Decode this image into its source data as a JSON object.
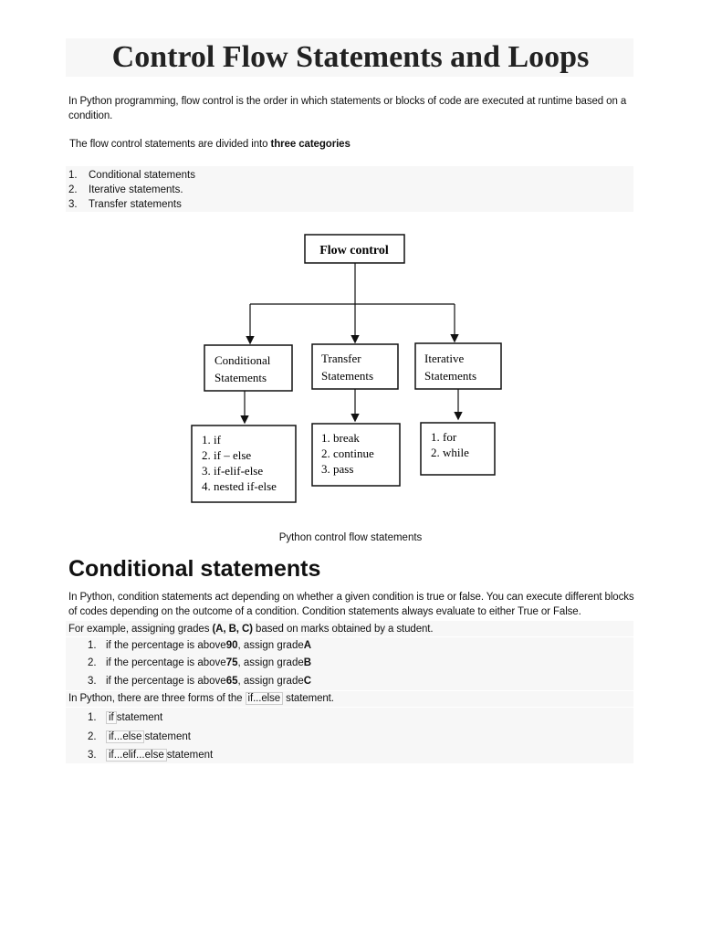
{
  "title": "Control Flow Statements and Loops",
  "intro": "In Python programming, flow control is the order in which statements or blocks of code are executed at runtime based on a condition.",
  "categories_sentence": {
    "before": "The flow control statements are divided into ",
    "bold": "three categories"
  },
  "categories": [
    {
      "num": "1.",
      "label": "Conditional statements"
    },
    {
      "num": "2.",
      "label": "Iterative statements."
    },
    {
      "num": "3.",
      "label": "Transfer statements"
    }
  ],
  "diagram": {
    "root": "Flow control",
    "branches": [
      {
        "title_lines": [
          "Conditional",
          "Statements"
        ],
        "items": [
          "1. if",
          "2. if – else",
          "3. if-elif-else",
          "4. nested if-else"
        ]
      },
      {
        "title_lines": [
          "Transfer",
          "Statements"
        ],
        "items": [
          "1. break",
          "2. continue",
          "3. pass"
        ]
      },
      {
        "title_lines": [
          "Iterative",
          "Statements"
        ],
        "items": [
          "1. for",
          "2. while"
        ]
      }
    ]
  },
  "caption": "Python control flow statements",
  "section_heading": "Conditional statements",
  "section_intro": "In Python, condition statements act depending on whether a given condition is true or false. You can execute different blocks of codes depending on the outcome of a condition. Condition statements always evaluate to either True or False.",
  "grades_sentence": {
    "before": "For example, assigning grades ",
    "bold": "(A, B, C)",
    "after": " based on marks obtained by a student."
  },
  "grades": [
    {
      "num": "1.",
      "before": "if the percentage is above ",
      "value": "90",
      "middle": ", assign grade ",
      "grade": "A"
    },
    {
      "num": "2.",
      "before": "if the percentage is above ",
      "value": "75",
      "middle": ", assign grade ",
      "grade": "B"
    },
    {
      "num": "3.",
      "before": "if the percentage is above ",
      "value": "65",
      "middle": ", assign grade ",
      "grade": "C"
    }
  ],
  "forms_sentence": {
    "before": "In Python, there are three forms of the ",
    "code": "if...else",
    "after": " statement."
  },
  "forms": [
    {
      "num": "1.",
      "code": "if",
      "after": " statement"
    },
    {
      "num": "2.",
      "code": "if...else",
      "after": " statement"
    },
    {
      "num": "3.",
      "code": "if...elif...else",
      "after": " statement"
    }
  ]
}
